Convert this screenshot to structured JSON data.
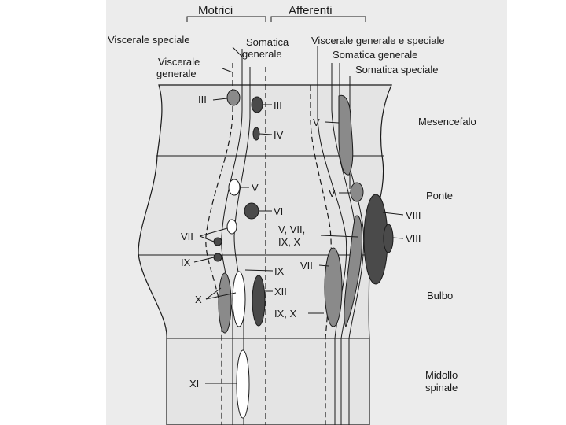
{
  "headers": {
    "motrici": "Motrici",
    "afferenti": "Afferenti",
    "viscerale_speciale": "Viscerale speciale",
    "somatica_generale_line1": "Somatica",
    "somatica_generale_line2": "generale",
    "viscerale_generale_line1": "Viscerale",
    "viscerale_generale_line2": "generale",
    "viscerale_generale_e_speciale": "Viscerale generale e speciale",
    "somatica_generale_aff": "Somatica generale",
    "somatica_speciale": "Somatica speciale"
  },
  "regions": {
    "mesencefalo": "Mesencefalo",
    "ponte": "Ponte",
    "bulbo": "Bulbo",
    "midollo_line1": "Midollo",
    "midollo_line2": "spinale"
  },
  "nuclei_labels": {
    "iii_left": "III",
    "iii_right": "III",
    "iv": "IV",
    "v_motor": "V",
    "vi": "VI",
    "vii_motor": "VII",
    "ix_motor": "IX",
    "x_motor": "X",
    "ix_mid": "IX",
    "xii": "XII",
    "xi": "XI",
    "v_mes": "V",
    "v_pons": "V",
    "v_vii_line1": "V, VII,",
    "v_vii_line2": "IX, X",
    "vii_aff": "VII",
    "ix_x_aff": "IX, X",
    "viii_1": "VIII",
    "viii_2": "VIII"
  },
  "colors": {
    "background": "#ffffff",
    "scan": "#ececec",
    "tissue": "#e4e4e4",
    "nucleus_dark": "#4a4a4a",
    "nucleus_gray": "#8a8a8a",
    "line": "#1a1a1a"
  }
}
